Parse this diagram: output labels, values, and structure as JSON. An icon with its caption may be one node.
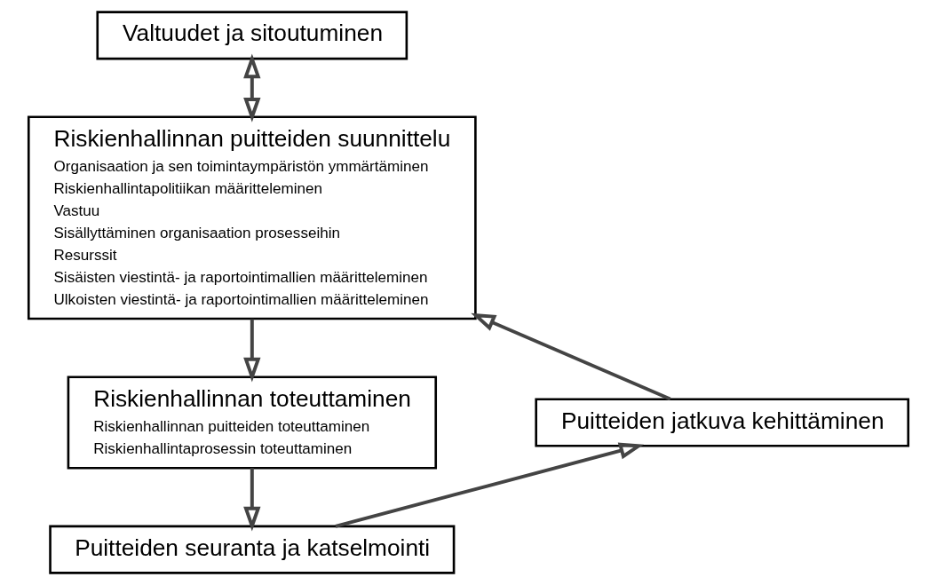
{
  "diagram": {
    "nodes": [
      {
        "text": [
          "Valtuudet ja sitoutuminen"
        ]
      },
      {
        "text": [
          "Riskienhallinnan puitteiden suunnittelu",
          "Organisaation ja sen toimintaympäristön ymmärtäminen",
          "Riskienhallintapolitiikan määritteleminen",
          "Vastuu",
          "Sisällyttäminen organisaation prosesseihin",
          "Resurssit",
          "Sisäisten viestintä- ja raportointimallien määritteleminen",
          "Ulkoisten viestintä- ja raportointimallien määritteleminen"
        ]
      },
      {
        "text": [
          "Riskienhallinnan toteuttaminen",
          "Riskienhallinnan puitteiden toteuttaminen",
          "Riskienhallintaprosessin toteuttaminen"
        ]
      },
      {
        "text": [
          "Puitteiden seuranta ja katselmointi"
        ]
      },
      {
        "text": [
          "Puitteiden jatkuva kehittäminen"
        ]
      }
    ],
    "edges": [
      {
        "from": 0,
        "to": 1,
        "arrow": "both"
      },
      {
        "from": 1,
        "to": 2,
        "arrow": "to"
      },
      {
        "from": 2,
        "to": 3,
        "arrow": "to"
      },
      {
        "from": 3,
        "to": 4,
        "arrow": "to"
      },
      {
        "from": 4,
        "to": 1,
        "arrow": "to"
      }
    ]
  }
}
